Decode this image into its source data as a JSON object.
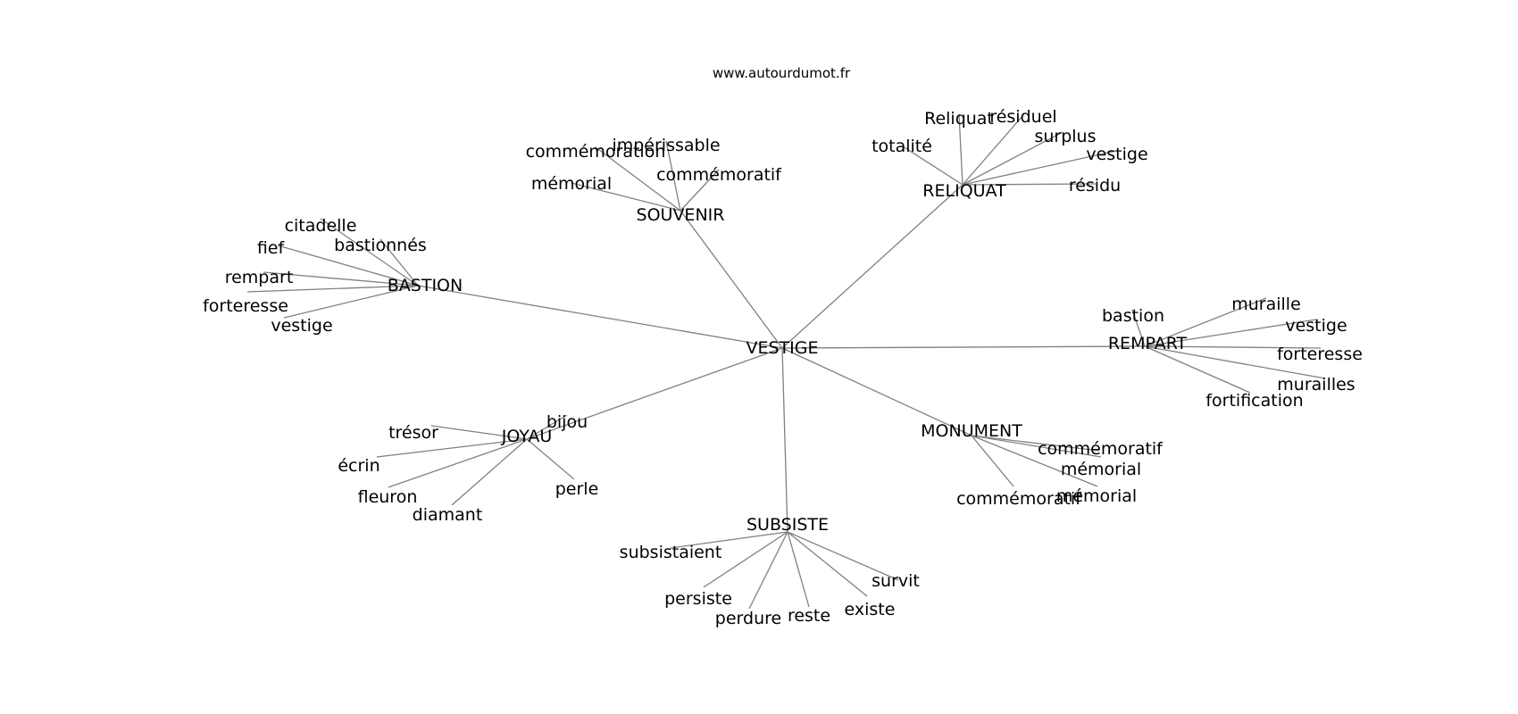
{
  "watermark": "www.autourdumot.fr",
  "colors": {
    "edge": "#808080",
    "text": "#000000",
    "background": "#ffffff"
  },
  "root": "VESTIGE",
  "hubs": [
    {
      "id": "souvenir",
      "label": "SOUVENIR",
      "leaves": [
        "impérissable",
        "commémoration",
        "commémoratif",
        "mémorial"
      ]
    },
    {
      "id": "reliquat",
      "label": "RELIQUAT",
      "leaves": [
        "Reliquat",
        "résiduel",
        "totalité",
        "surplus",
        "vestige",
        "résidu"
      ]
    },
    {
      "id": "bastion",
      "label": "BASTION",
      "leaves": [
        "citadelle",
        "bastionnés",
        "fief",
        "rempart",
        "forteresse",
        "vestige"
      ]
    },
    {
      "id": "rempart",
      "label": "REMPART",
      "leaves": [
        "bastion",
        "muraille",
        "vestige",
        "forteresse",
        "murailles",
        "fortification"
      ]
    },
    {
      "id": "joyau",
      "label": "JOYAU",
      "leaves": [
        "bijou",
        "trésor",
        "écrin",
        "fleuron",
        "diamant",
        "perle"
      ]
    },
    {
      "id": "monument",
      "label": "MONUMENT",
      "leaves": [
        "commémoratif",
        "mémorial",
        "commémoratif",
        "mémorial"
      ]
    },
    {
      "id": "subsiste",
      "label": "SUBSISTE",
      "leaves": [
        "subsistaient",
        "persiste",
        "perdure",
        "reste",
        "existe",
        "survit"
      ]
    }
  ]
}
